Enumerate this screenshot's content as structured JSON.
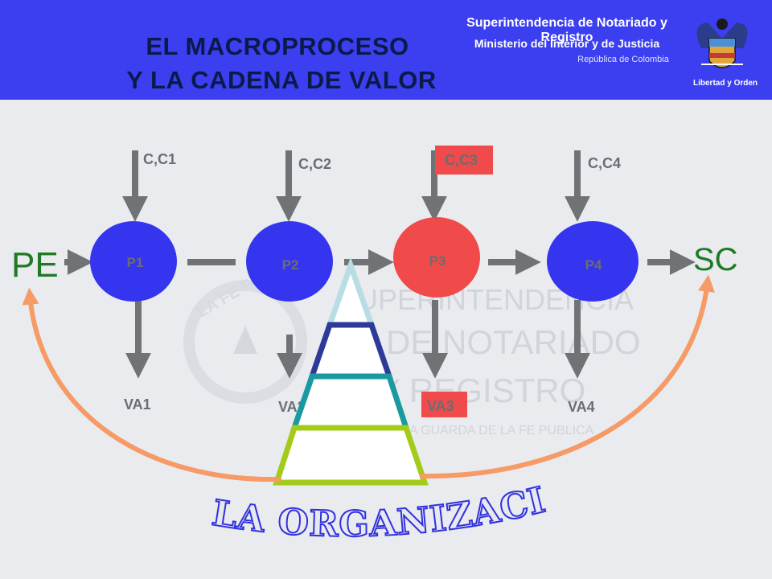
{
  "header": {
    "title_line1": "EL MACROPROCESO",
    "title_line2": "Y LA CADENA DE VALOR",
    "org_name": "Superintendencia de Notariado y Registro",
    "ministry": "Ministerio del Interior y de Justicia",
    "country": "República de Colombia",
    "motto": "Libertad y Orden"
  },
  "watermark": {
    "line1": "SUPERINTENDENCIA",
    "line2": "DE NOTARIADO",
    "line3": "Y REGISTRO",
    "line4": "LA GUARDA DE LA FE PUBLICA",
    "seal_text": "LA FE PUBLICA"
  },
  "flow": {
    "start": "PE",
    "end": "SC",
    "processes": [
      {
        "name": "P1",
        "input": "C,C1",
        "output": "VA1",
        "highlight": false
      },
      {
        "name": "P2",
        "input": "C,C2",
        "output": "VA2",
        "highlight": false
      },
      {
        "name": "P3",
        "input": "C,C3",
        "output": "VA3",
        "highlight": true
      },
      {
        "name": "P4",
        "input": "C,C4",
        "output": "VA4",
        "highlight": false
      }
    ]
  },
  "organization_label": "LA ORGANIZACIÓN",
  "colors": {
    "header_bg": "#3b3ff0",
    "process_blue": "#3535f0",
    "process_red": "#f04a4a",
    "highlight_red": "#f04a4a",
    "arrow_gray": "#6f7376",
    "label_gray": "#6a6e72",
    "green_text": "#1f7a26",
    "curve_orange": "#f69a66",
    "pyramid_tip": "#b8dde3",
    "pyramid_band2": "#2d3a9a",
    "pyramid_band3": "#1a9aa0",
    "pyramid_base": "#a3cc1a",
    "org_text_blue": "#3030e0"
  }
}
